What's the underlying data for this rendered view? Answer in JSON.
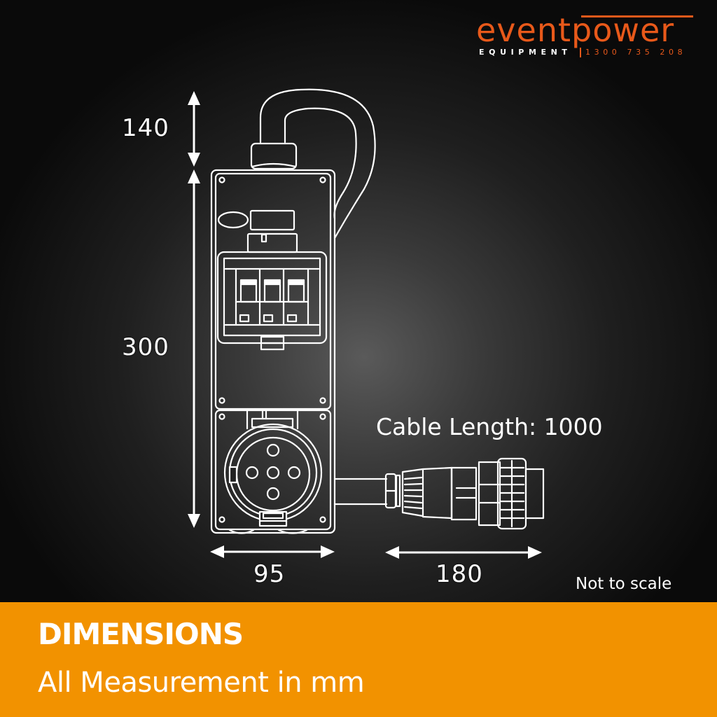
{
  "brand": {
    "name": "eventpower",
    "tagline": "EQUIPMENT",
    "phone": "1300 735 208",
    "colors": {
      "brand_orange": "#e8591a",
      "footer_orange": "#f29200",
      "line_white": "#ffffff"
    }
  },
  "dimensions": {
    "cable_gland_height": "140",
    "body_height": "300",
    "body_width": "95",
    "plug_length": "180",
    "cable_length_label": "Cable Length: 1000"
  },
  "notes": {
    "scale": "Not to scale"
  },
  "footer": {
    "title": "DIMENSIONS",
    "subtitle": "All Measurement in mm"
  },
  "icons": {
    "distribution_box": "line-drawing-distribution-board",
    "breakers": "three-pole-circuit-breaker",
    "socket": "five-pin-three-phase-socket",
    "plug": "three-phase-plug",
    "arrows": "double-headed-dimension-arrow"
  }
}
